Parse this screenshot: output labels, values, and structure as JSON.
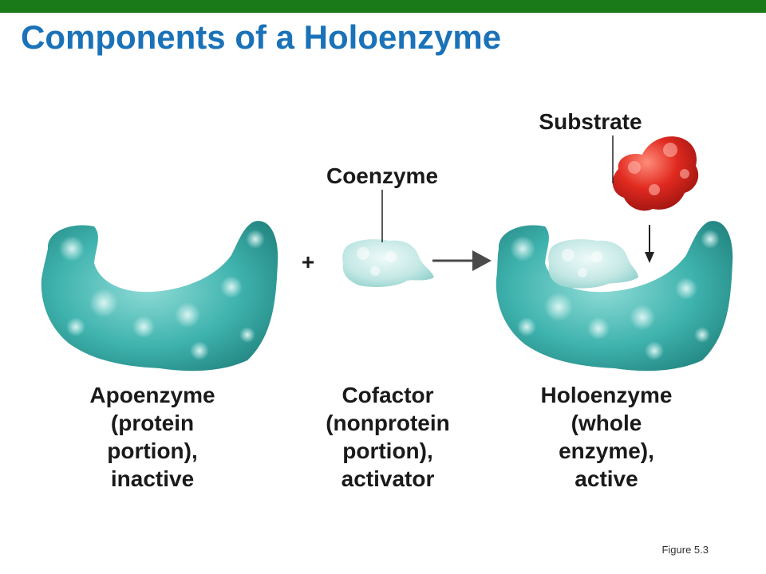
{
  "colors": {
    "bar": "#1a7a1a",
    "title": "#1a72b8",
    "protein": "#3fb3ae",
    "coenzyme": "#bfe6e3",
    "substrate": "#d9231c"
  },
  "slide": {
    "title": "Components of a Holoenzyme",
    "figure_label": "Figure 5.3"
  },
  "diagram": {
    "labels": {
      "substrate": "Substrate",
      "coenzyme": "Coenzyme",
      "plus": "+"
    },
    "captions": {
      "apoenzyme": [
        "Apoenzyme",
        "(protein",
        "portion),",
        "inactive"
      ],
      "cofactor": [
        "Cofactor",
        "(nonprotein",
        "portion),",
        "activator"
      ],
      "holoenzyme": [
        "Holoenzyme",
        "(whole",
        "enzyme),",
        "active"
      ]
    }
  }
}
